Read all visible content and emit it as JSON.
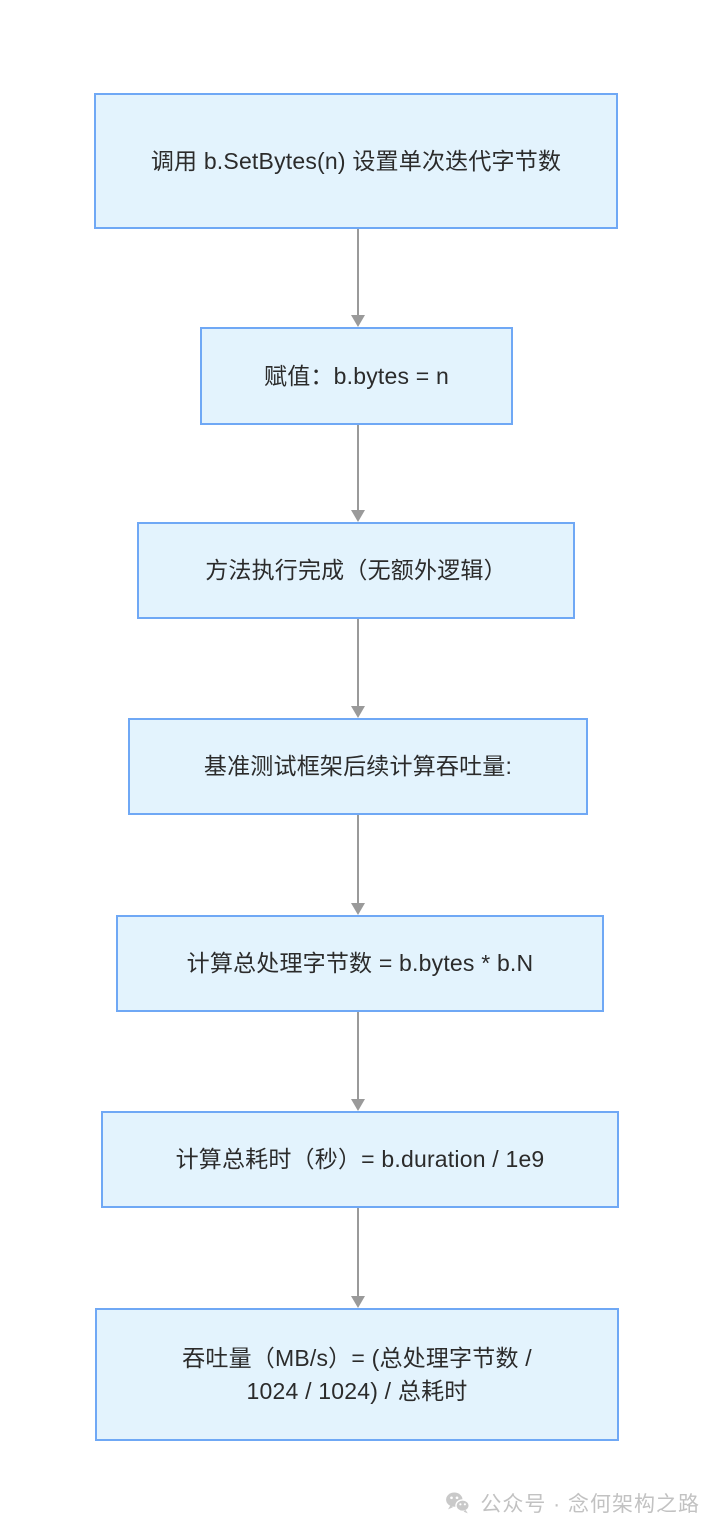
{
  "diagram": {
    "type": "flowchart",
    "orientation": "top-to-bottom",
    "background_color": "#ffffff",
    "node_fill_color": "#e3f3fd",
    "node_border_color": "#6fa8f5",
    "node_text_color": "#2b2b2b",
    "connector_color": "#9a9a9a",
    "nodes": [
      {
        "id": "n1",
        "label": "调用 b.SetBytes(n) 设置单次迭代字节数"
      },
      {
        "id": "n2",
        "label": "赋值：b.bytes = n"
      },
      {
        "id": "n3",
        "label": "方法执行完成（无额外逻辑）"
      },
      {
        "id": "n4",
        "label": "基准测试框架后续计算吞吐量:"
      },
      {
        "id": "n5",
        "label": "计算总处理字节数 = b.bytes * b.N"
      },
      {
        "id": "n6",
        "label": "计算总耗时（秒）= b.duration / 1e9"
      },
      {
        "id": "n7",
        "label": "吞吐量（MB/s）= (总处理字节数 /\n1024 / 1024) / 总耗时"
      }
    ],
    "edges": [
      {
        "from": "n1",
        "to": "n2",
        "arrow": "down"
      },
      {
        "from": "n2",
        "to": "n3",
        "arrow": "down"
      },
      {
        "from": "n3",
        "to": "n4",
        "arrow": "down"
      },
      {
        "from": "n4",
        "to": "n5",
        "arrow": "down"
      },
      {
        "from": "n5",
        "to": "n6",
        "arrow": "down"
      },
      {
        "from": "n6",
        "to": "n7",
        "arrow": "down"
      }
    ]
  },
  "watermark": {
    "icon": "wechat-icon",
    "text": "公众号 · 念何架构之路",
    "color": "#c2c2c2"
  }
}
